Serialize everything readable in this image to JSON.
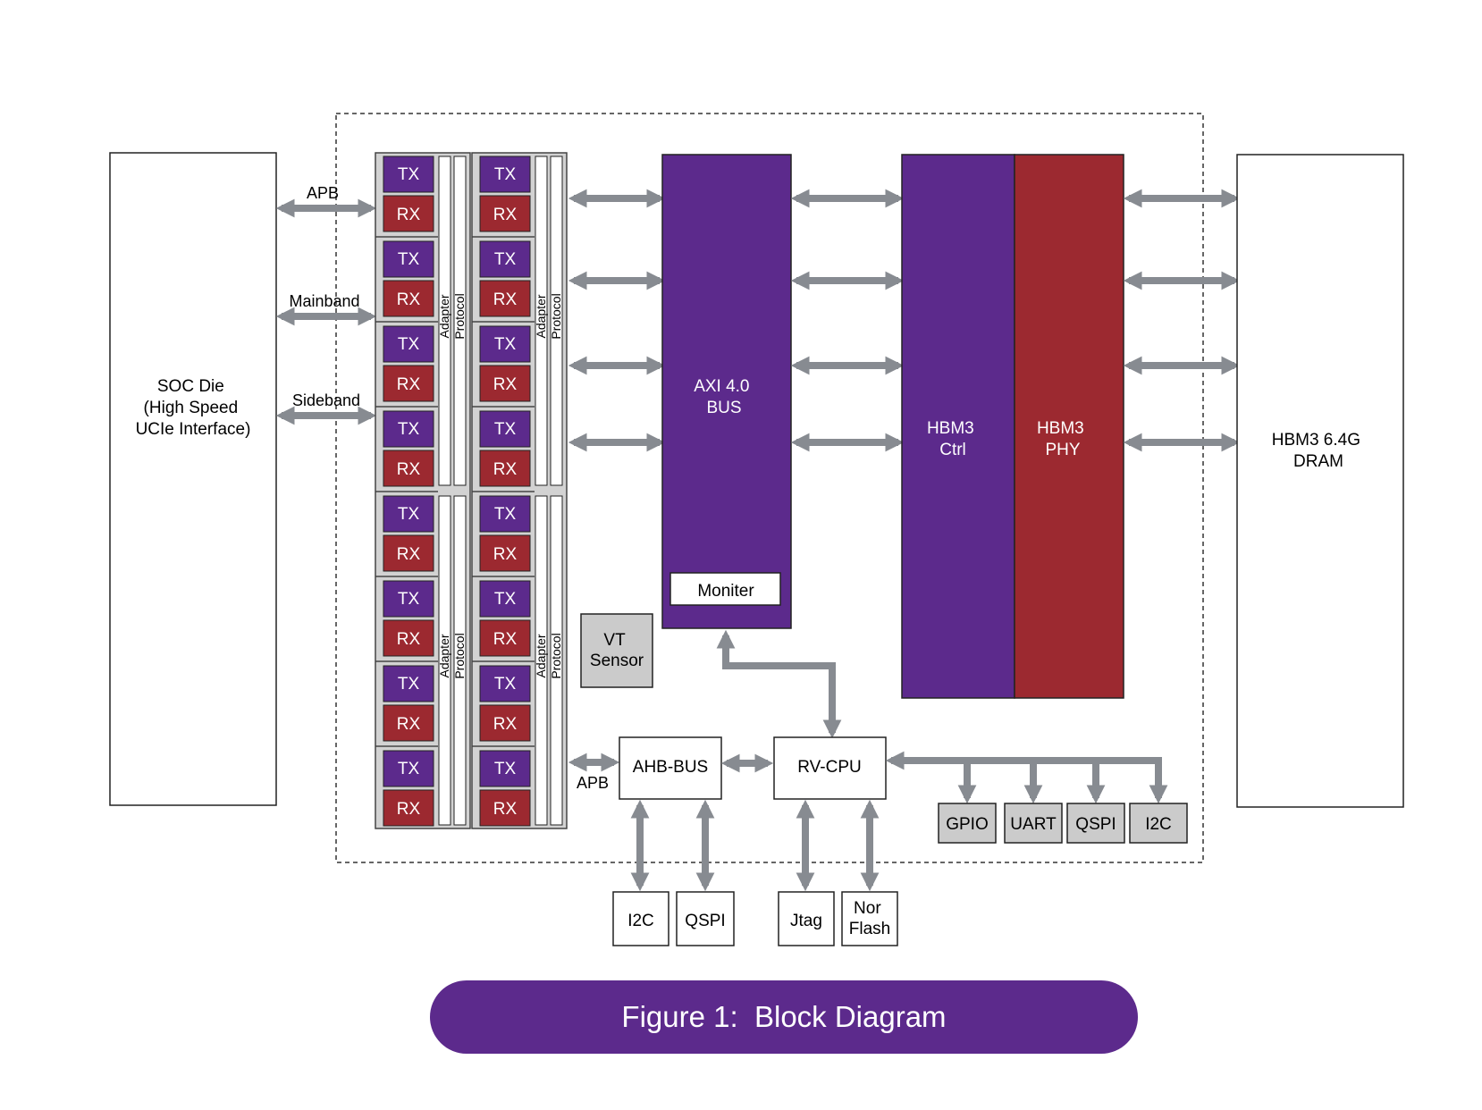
{
  "colors": {
    "purple": "#5c2a8c",
    "red": "#9c2930",
    "gray_arrow": "#878b91",
    "gray_box": "#cbcbcb",
    "lane_bg": "#d2d2d2",
    "caption_bg": "#5c2a8c"
  },
  "soc": {
    "line1": "SOC Die",
    "line2": "(High Speed",
    "line3": "UCIe Interface)"
  },
  "interfaces": {
    "apb": "APB",
    "mainband": "Mainband",
    "sideband": "Sideband"
  },
  "lanes": {
    "tx": "TX",
    "rx": "RX",
    "adapter": "Adapter",
    "protocol": "Protocol"
  },
  "axi": {
    "line1": "AXI 4.0",
    "line2": "BUS"
  },
  "monitor": "Moniter",
  "hbm_ctrl": {
    "line1": "HBM3",
    "line2": "Ctrl"
  },
  "hbm_phy": {
    "line1": "HBM3",
    "line2": "PHY"
  },
  "dram": {
    "line1": "HBM3 6.4G",
    "line2": "DRAM"
  },
  "vt_sensor": {
    "line1": "VT",
    "line2": "Sensor"
  },
  "ahb_bus": "AHB-BUS",
  "rv_cpu": "RV-CPU",
  "apb_label": "APB",
  "peripherals": {
    "gpio": "GPIO",
    "uart": "UART",
    "qspi": "QSPI",
    "i2c": "I2C"
  },
  "ahb_periph": {
    "i2c": "I2C",
    "qspi": "QSPI"
  },
  "cpu_periph": {
    "jtag": "Jtag",
    "nor_line1": "Nor",
    "nor_line2": "Flash"
  },
  "caption": "Figure 1:  Block Diagram"
}
